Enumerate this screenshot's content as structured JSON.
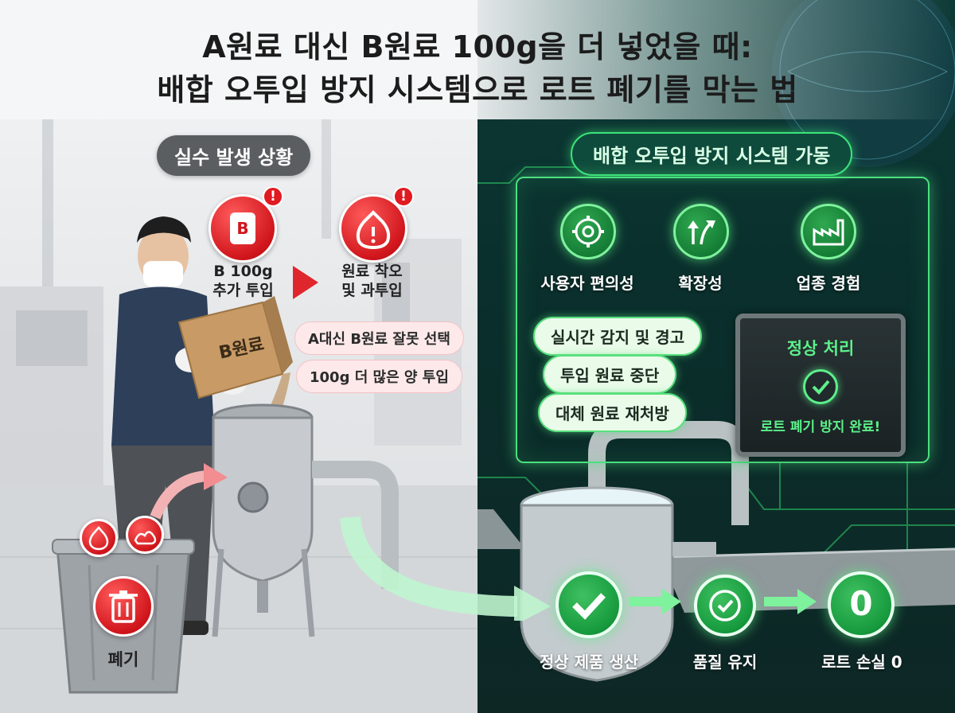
{
  "title": {
    "line1": "A원료 대신 B원료 100g을 더 넣었을 때:",
    "line2": "배합 오투입 방지 시스템으로 로트 폐기를 막는 법"
  },
  "left": {
    "header": "실수 발생 상황",
    "step1": {
      "icon_text": "B",
      "label_line1": "B 100g",
      "label_line2": "추가 투입"
    },
    "step2": {
      "label_line1": "원료 착오",
      "label_line2": "및 과투입"
    },
    "alert_mark": "!",
    "bag_text": "B원료",
    "callouts": [
      "A대신 B원료 잘못 선택",
      "100g 더 많은 양 투입"
    ],
    "discard_label": "폐기"
  },
  "right": {
    "header": "배합 오투입 방지 시스템 가동",
    "features": [
      {
        "label": "사용자 편의성",
        "icon": "gear-wrench-icon"
      },
      {
        "label": "확장성",
        "icon": "growth-arrows-icon"
      },
      {
        "label": "업종 경험",
        "icon": "factory-icon"
      }
    ],
    "actions": [
      "실시간 감지 및 경고",
      "투입 원료 중단",
      "대체 원료 재처방"
    ],
    "status": {
      "title": "정상 처리",
      "subtitle": "로트 폐기 방지 완료!"
    },
    "results": [
      {
        "label": "정상 제품 생산",
        "icon": "check-icon"
      },
      {
        "label": "품질 유지",
        "icon": "quality-badge-icon"
      },
      {
        "label": "로트 손실 0",
        "value": "0"
      }
    ]
  },
  "colors": {
    "alert_red": "#d0161c",
    "system_green": "#3be57a",
    "dark_teal": "#0d3a36"
  }
}
